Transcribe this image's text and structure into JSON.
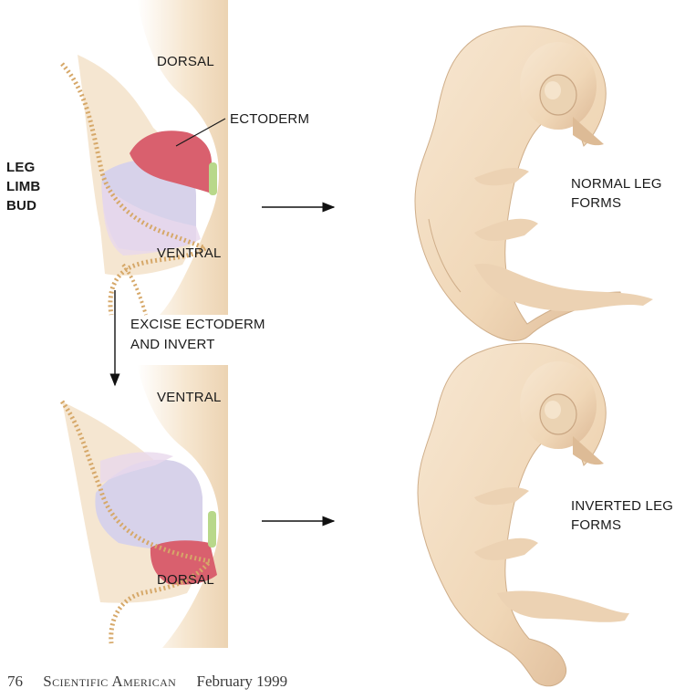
{
  "labels": {
    "dorsal_top": "DORSAL",
    "ectoderm": "ECTODERM",
    "limb_bud": [
      "LEG",
      "LIMB",
      "BUD"
    ],
    "ventral_top": "VENTRAL",
    "excise": [
      "EXCISE ECTODERM",
      "AND INVERT"
    ],
    "ventral_bottom": "VENTRAL",
    "dorsal_bottom": "DORSAL",
    "normal": [
      "NORMAL LEG",
      "FORMS"
    ],
    "inverted": [
      "INVERTED LEG",
      "FORMS"
    ]
  },
  "footer": {
    "page_number": "76",
    "publication": "Scientific American",
    "date": "February 1999"
  },
  "colors": {
    "embryo_skin": "#f2dcc0",
    "ectoderm_red": "#d9606e",
    "mesoderm_lavender": "#d7d2ea",
    "ridge_green": "#b8d88a",
    "epidermis_tan": "#d6a869"
  }
}
